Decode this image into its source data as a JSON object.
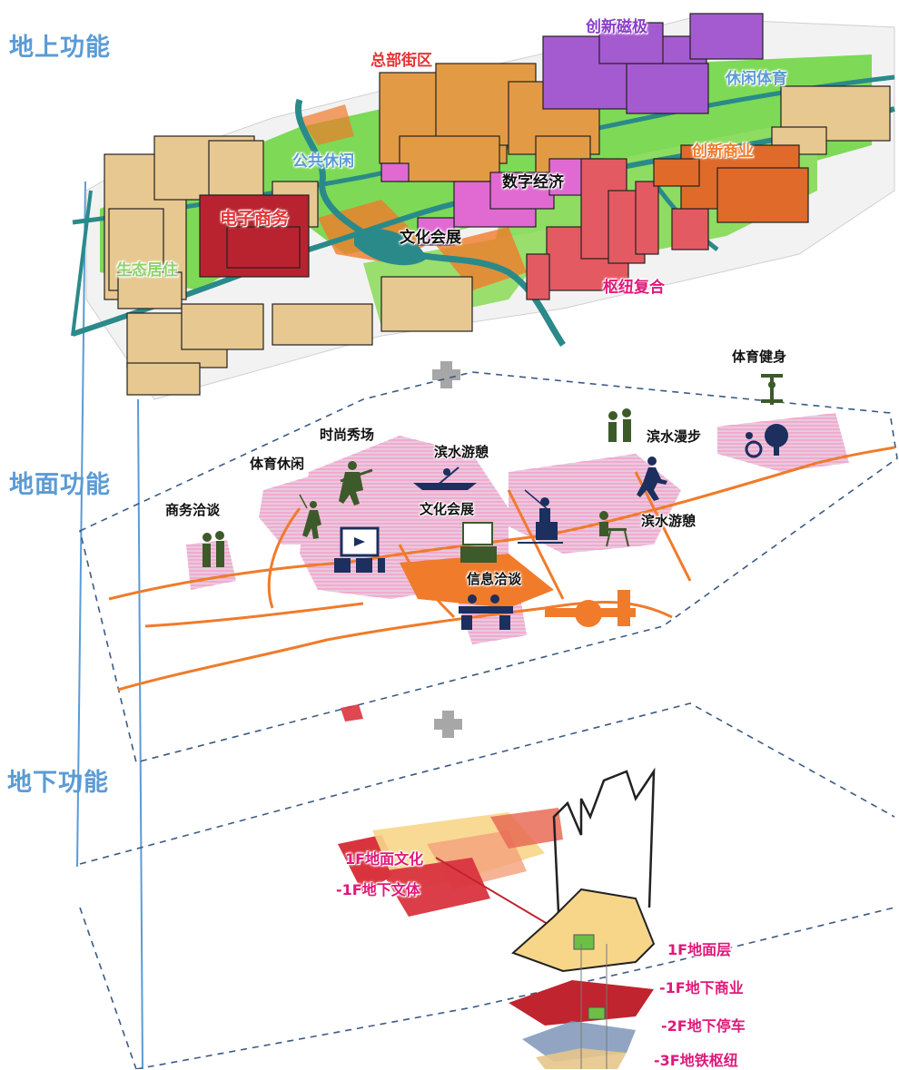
{
  "layers": {
    "above": {
      "title": "地上功能"
    },
    "ground": {
      "title": "地面功能"
    },
    "below": {
      "title": "地下功能"
    }
  },
  "above_labels": {
    "innovation_magnet": "创新磁极",
    "hq_block": "总部街区",
    "leisure_sports": "休闲体育",
    "public_leisure": "公共休闲",
    "innovation_commerce": "创新商业",
    "digital_economy": "数字经济",
    "ecommerce": "电子商务",
    "culture_expo": "文化会展",
    "eco_living": "生态居住",
    "hub_complex": "枢纽复合"
  },
  "ground_labels": {
    "sports_fitness": "体育健身",
    "fashion_show": "时尚秀场",
    "waterfront_rest_top": "滨水游憩",
    "waterfront_walk": "滨水漫步",
    "sports_leisure": "体育休闲",
    "business_talk": "商务洽谈",
    "culture_expo": "文化会展",
    "waterfront_rest": "滨水游憩",
    "info_talk": "信息洽谈"
  },
  "below_labels": {
    "f1_ground_culture": "1F地面文化",
    "b1_underground_culture": "-1F地下文体",
    "f1_ground_layer": "1F地面层",
    "b1_underground_commerce": "-1F地下商业",
    "b2_underground_parking": "-2F地下停车",
    "b3_metro_hub": "-3F地铁枢纽"
  },
  "colors": {
    "title_blue": "#5b9bd5",
    "building_tan": "#e8c891",
    "building_orange": "#e39a45",
    "building_purple": "#a55bd0",
    "building_red": "#e45a62",
    "building_darkred": "#b8232f",
    "building_magenta": "#e06ad2",
    "building_deep_orange": "#e06a2a",
    "green": "#7ed957",
    "water": "#2a8a8a",
    "path_orange": "#f07b2a",
    "hatch_pink": "#f4a0c8",
    "label_purple": "#8a3fc8",
    "label_red": "#e53535",
    "label_orange": "#f07b2a",
    "label_green": "#8fd16a",
    "label_pink": "#e0187a",
    "icon_dark_blue": "#1c2f5e",
    "icon_dark_green": "#3d5a2a"
  },
  "icons": [
    "plus-icon",
    "trainer-icon",
    "handshake-icon",
    "runner-icon",
    "rowing-icon",
    "guitarist-icon",
    "badminton-icon",
    "exhibition-icon",
    "fishing-icon",
    "reading-icon",
    "meeting-icon",
    "wheelchair-icon"
  ]
}
